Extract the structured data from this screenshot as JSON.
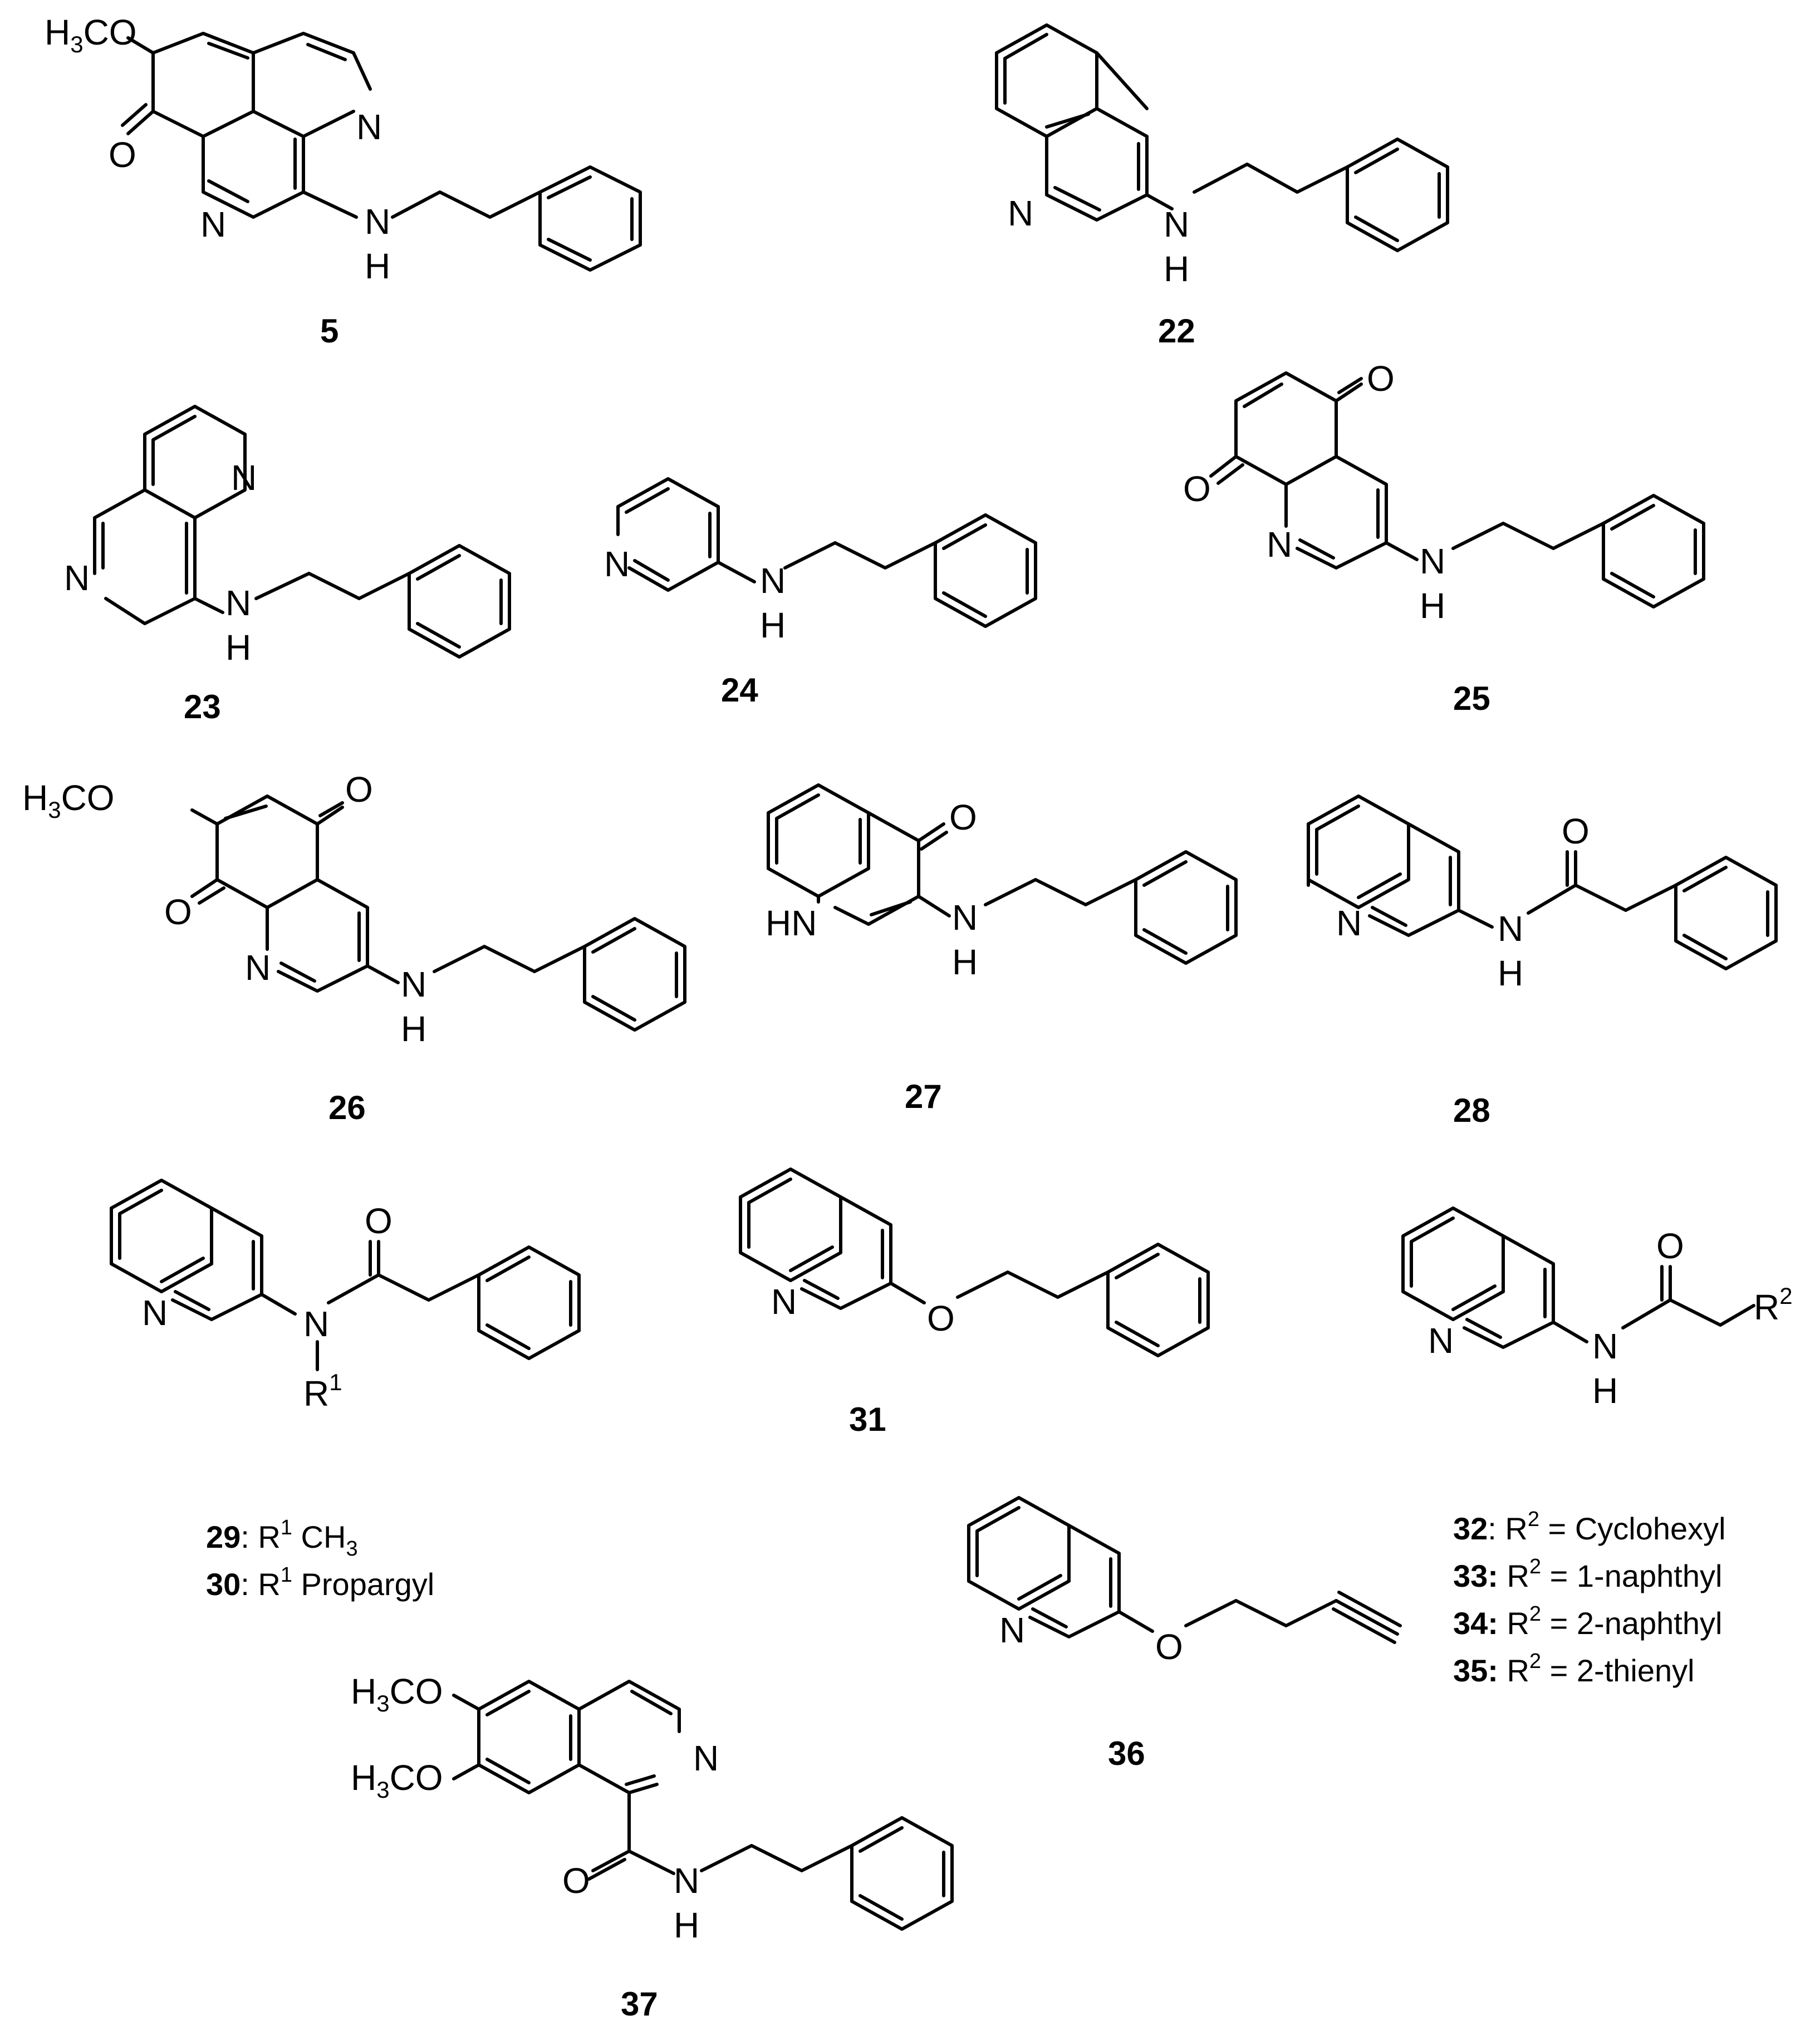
{
  "labels": {
    "H": "H",
    "N": "N",
    "O": "O",
    "HN": "HN",
    "H3CO_main": "H",
    "H3CO_sub": "3",
    "H3CO_tail": "CO",
    "R": "R",
    "sup1": "1",
    "sup2": "2"
  },
  "compounds": {
    "c5": "5",
    "c22": "22",
    "c23": "23",
    "c24": "24",
    "c25": "25",
    "c26": "26",
    "c27": "27",
    "c28": "28",
    "c31": "31",
    "c36": "36",
    "c37": "37"
  },
  "legend_29_30": [
    {
      "id": "29",
      "text": ": R",
      "sup": "1",
      "rest": " CH",
      "sub": "3"
    },
    {
      "id": "30",
      "text": ": R",
      "sup": "1",
      "rest": " Propargyl",
      "sub": ""
    }
  ],
  "legend_32_35": [
    {
      "id": "32",
      "sep": ": R",
      "sup": "2",
      "rest": " = Cyclohexyl"
    },
    {
      "id": "33:",
      "sep": " R",
      "sup": "2",
      "rest": " = 1-naphthyl"
    },
    {
      "id": "34:",
      "sep": " R",
      "sup": "2",
      "rest": " = 2-naphthyl"
    },
    {
      "id": "35:",
      "sep": " R",
      "sup": "2",
      "rest": " = 2-thienyl"
    }
  ]
}
